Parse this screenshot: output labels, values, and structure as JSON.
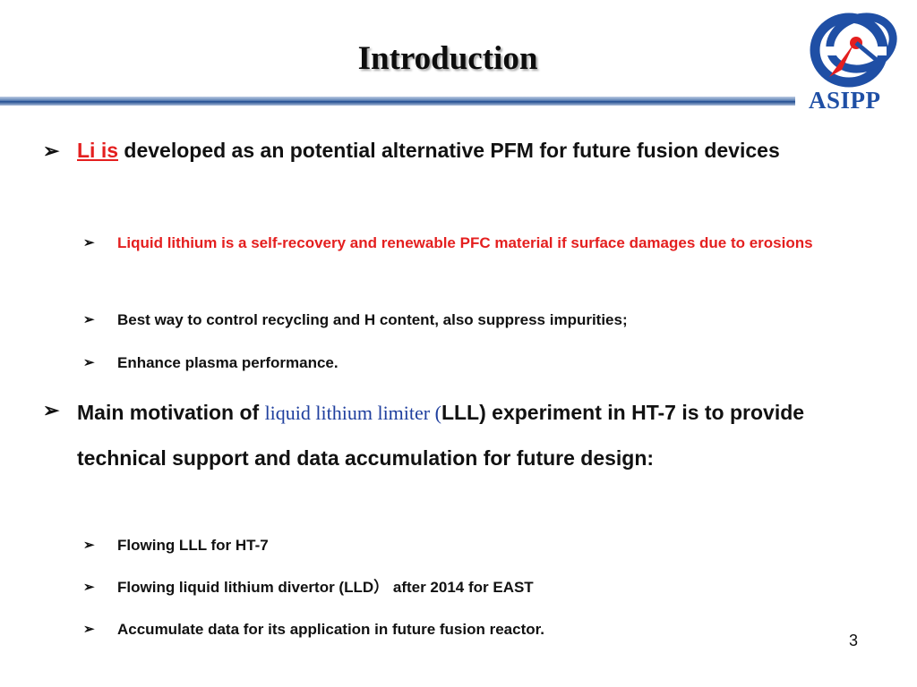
{
  "slide": {
    "title": "Introduction",
    "page_number": "3",
    "logo": {
      "text": "ASIPP",
      "icon": "asipp-logo-icon",
      "color": "#1f4fa5"
    },
    "accent_red": "#e41f1f",
    "accent_blue": "#1f3f9e"
  },
  "bullets": {
    "b1": {
      "lead": "Li is",
      "rest": " developed as an potential alternative PFM for future fusion devices"
    },
    "b1_1": "Liquid lithium is a self-recovery and renewable PFC material if surface damages due to erosions",
    "b1_2": "Best way to control recycling and H content, also suppress impurities;",
    "b1_3": "Enhance plasma performance.",
    "b2": {
      "pre": "Main motivation of ",
      "mid": "liquid lithium limiter (",
      "post": "LLL) experiment in HT-7  is to provide technical support and data accumulation for future design:"
    },
    "b2_1": "Flowing LLL for  HT-7",
    "b2_2": "Flowing liquid lithium divertor (LLD） after 2014 for EAST",
    "b2_3": "Accumulate data for its application in future fusion reactor."
  }
}
